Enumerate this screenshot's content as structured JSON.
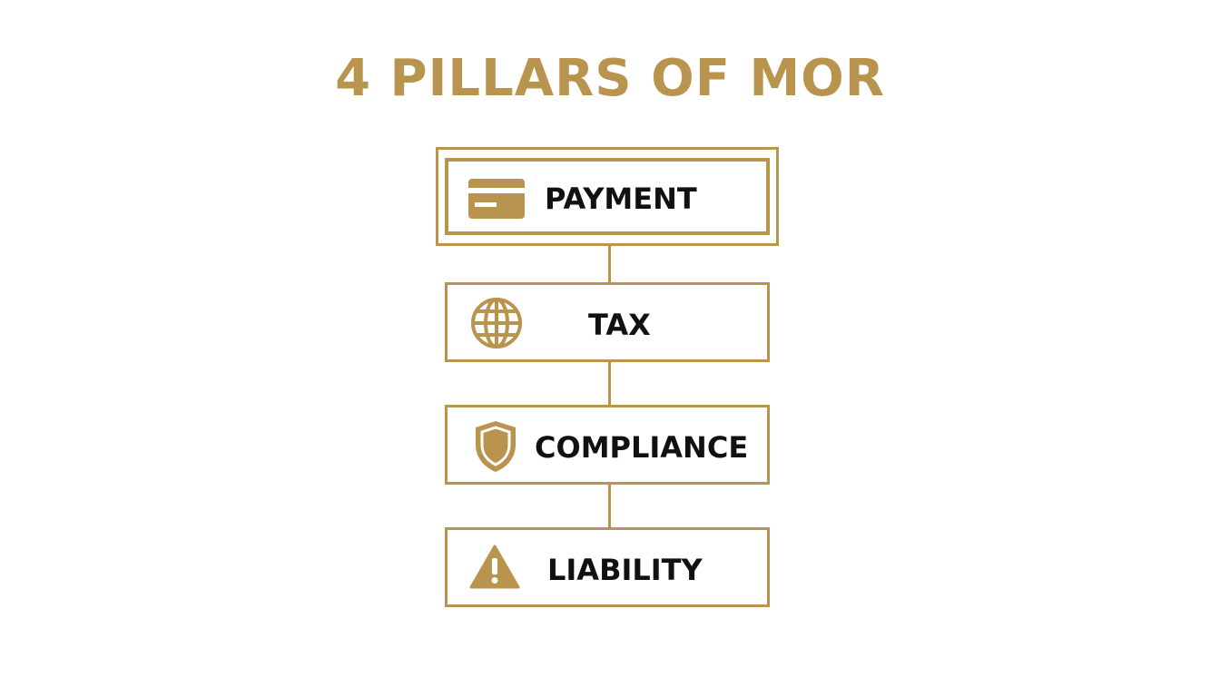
{
  "title": "4 PILLARS OF MOR",
  "colors": {
    "accent": "#B9944E",
    "text": "#111111",
    "background": "#FFFFFF"
  },
  "pillars": [
    {
      "label": "PAYMENT",
      "icon": "credit-card-icon"
    },
    {
      "label": "TAX",
      "icon": "globe-icon"
    },
    {
      "label": "COMPLIANCE",
      "icon": "shield-icon"
    },
    {
      "label": "LIABILITY",
      "icon": "warning-icon"
    }
  ]
}
